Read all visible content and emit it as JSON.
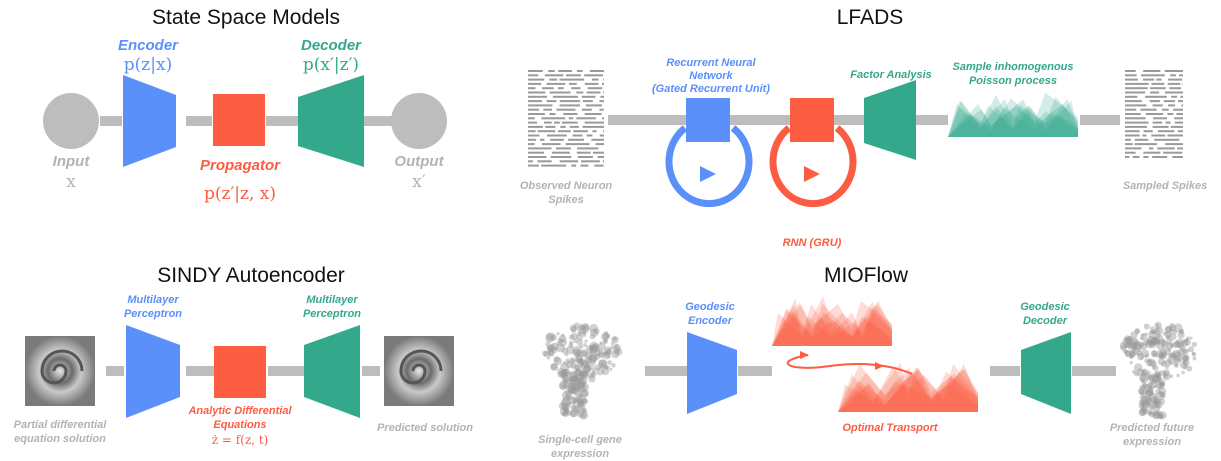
{
  "colors": {
    "blue": "#5b8ff9",
    "red": "#fc5c42",
    "teal": "#34a88b",
    "gray": "#bdbdbd",
    "gray_text": "#b3b3b3",
    "title": "#111111"
  },
  "panels": {
    "ssm": {
      "title": "State Space Models",
      "encoder_label": "Encoder",
      "encoder_math": "p(z|x)",
      "decoder_label": "Decoder",
      "decoder_math": "p(x′|z′)",
      "input_label": "Input",
      "input_math": "x",
      "propagator_label": "Propagator",
      "propagator_math": "p(z′|z, x)",
      "output_label": "Output",
      "output_math": "x′"
    },
    "lfads": {
      "title": "LFADS",
      "rnn_label_lines": [
        "Recurrent Neural",
        "Network",
        "(Gated Recurrent Unit)"
      ],
      "factor_label": "Factor Analysis",
      "poisson_label_lines": [
        "Sample inhomogenous",
        "Poisson process"
      ],
      "observed_label_lines": [
        "Observed Neuron",
        "Spikes"
      ],
      "gru_label": "RNN (GRU)",
      "sampled_label": "Sampled Spikes"
    },
    "sindy": {
      "title": "SINDY Autoencoder",
      "encoder_label_lines": [
        "Multilayer",
        "Perceptron"
      ],
      "decoder_label_lines": [
        "Multilayer",
        "Perceptron"
      ],
      "input_label_lines": [
        "Partial differential",
        "equation solution"
      ],
      "eq_label_lines": [
        "Analytic Differential",
        "Equations"
      ],
      "eq_math": "ż = f(z, t)",
      "output_label": "Predicted solution"
    },
    "mioflow": {
      "title": "MIOFlow",
      "encoder_label_lines": [
        "Geodesic",
        "Encoder"
      ],
      "decoder_label_lines": [
        "Geodesic",
        "Decoder"
      ],
      "input_label_lines": [
        "Single-cell gene",
        "expression"
      ],
      "transport_label": "Optimal Transport",
      "output_label_lines": [
        "Predicted future",
        "expression"
      ]
    }
  }
}
